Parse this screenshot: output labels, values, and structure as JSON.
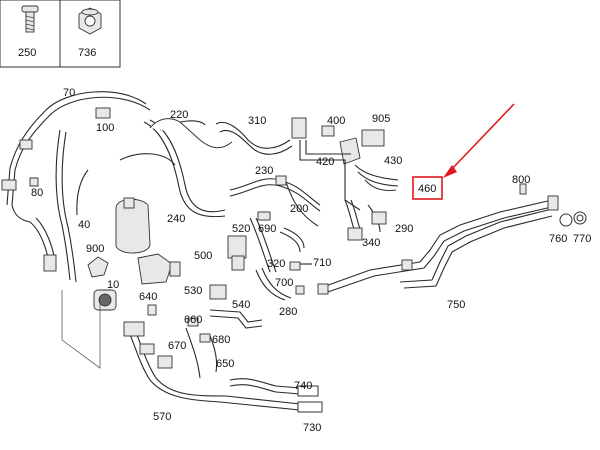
{
  "legend_top": [
    {
      "label": "250",
      "icon": "screw-icon"
    },
    {
      "label": "736",
      "icon": "nut-icon"
    }
  ],
  "callouts": [
    {
      "label": "70"
    },
    {
      "label": "100"
    },
    {
      "label": "80"
    },
    {
      "label": "40"
    },
    {
      "label": "900"
    },
    {
      "label": "10"
    },
    {
      "label": "220"
    },
    {
      "label": "310"
    },
    {
      "label": "400"
    },
    {
      "label": "905"
    },
    {
      "label": "420"
    },
    {
      "label": "430"
    },
    {
      "label": "460"
    },
    {
      "label": "800"
    },
    {
      "label": "230"
    },
    {
      "label": "240"
    },
    {
      "label": "200"
    },
    {
      "label": "520"
    },
    {
      "label": "690"
    },
    {
      "label": "340"
    },
    {
      "label": "290"
    },
    {
      "label": "760"
    },
    {
      "label": "770"
    },
    {
      "label": "500"
    },
    {
      "label": "320"
    },
    {
      "label": "710"
    },
    {
      "label": "700"
    },
    {
      "label": "640"
    },
    {
      "label": "530"
    },
    {
      "label": "540"
    },
    {
      "label": "280"
    },
    {
      "label": "750"
    },
    {
      "label": "660"
    },
    {
      "label": "680"
    },
    {
      "label": "670"
    },
    {
      "label": "650"
    },
    {
      "label": "740"
    },
    {
      "label": "570"
    },
    {
      "label": "730"
    }
  ],
  "highlight": {
    "label": "460",
    "color": "#e0191f"
  },
  "colors": {
    "arrow": "#e0191f",
    "line": "#2a2a2a"
  }
}
